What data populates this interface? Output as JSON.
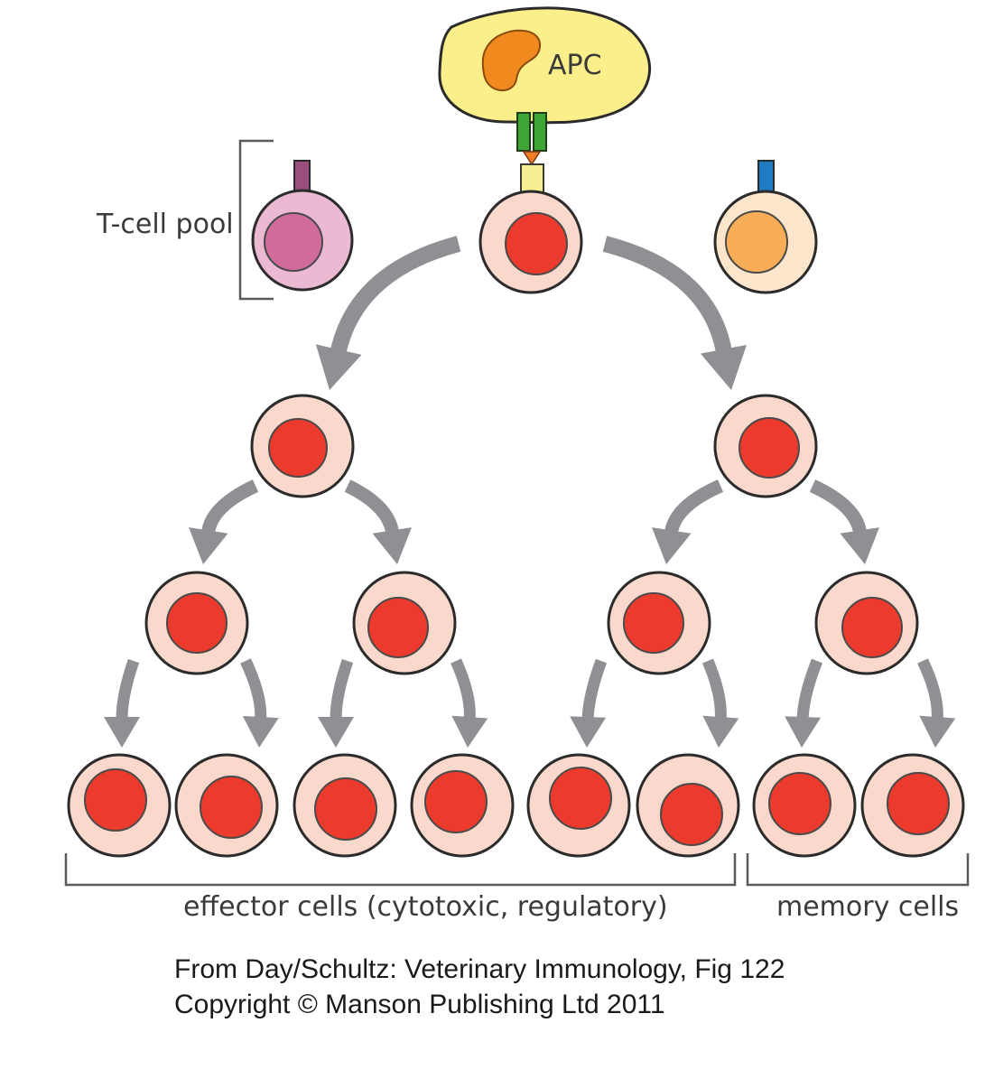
{
  "labels": {
    "apc": "APC",
    "pool": "T-cell pool",
    "effector": "effector cells (cytotoxic, regulatory)",
    "memory": "memory cells"
  },
  "credit": {
    "line1": "From Day/Schultz: Veterinary Immunology, Fig 122",
    "line2": "Copyright © Manson Publishing Ltd 2011"
  },
  "colors": {
    "apc_body": "#fbef8c",
    "apc_nucleus": "#f08a1e",
    "receptor_green": "#3fa535",
    "antigen_orange": "#f07d24",
    "tcr_yellow": "#f6ef92",
    "activated_cytoplasm": "#fad8cb",
    "activated_nucleus": "#ec3a2c",
    "pool_pink_cytoplasm": "#ecb9d3",
    "pool_pink_nucleus": "#d06b9c",
    "pool_pink_receptor": "#9a4e7e",
    "pool_orange_cytoplasm": "#fde6cb",
    "pool_orange_nucleus": "#f8ad57",
    "pool_blue_receptor": "#1f7cc2",
    "arrow": "#8f9093"
  }
}
